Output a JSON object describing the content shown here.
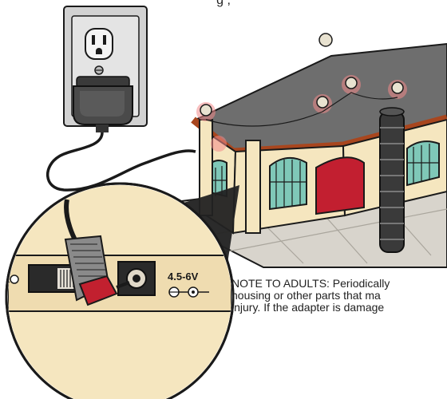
{
  "caption_top": "g      ,",
  "voltage_label": "4.5-6V",
  "note": {
    "line1": "NOTE TO ADULTS: Periodically",
    "line2": "housing or other parts that ma",
    "line3": "injury. If the adapter is damage"
  },
  "colors": {
    "outline": "#1a1a1a",
    "plate": "#c8c8c8",
    "roof": "#6e6e6e",
    "wall": "#f5e6bf",
    "trim": "#a8461e",
    "door": "#c21f30",
    "window": "#7fc8b8",
    "plug_tip": "#c2202f",
    "lamp_glow": "#f28a8a"
  },
  "icons": [
    "outlet-icon",
    "adapter-icon",
    "power-switch-icon",
    "jack-icon",
    "polarity-icon"
  ]
}
